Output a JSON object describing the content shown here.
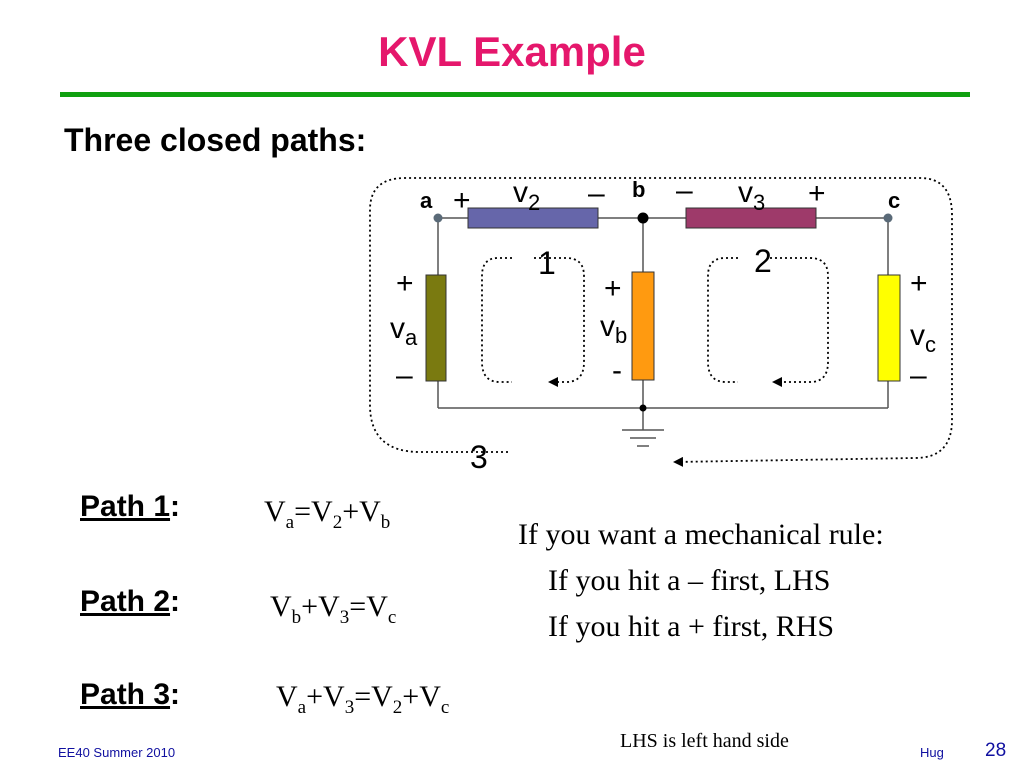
{
  "title": "KVL Example",
  "subtitle": "Three closed paths:",
  "colors": {
    "title": "#e5176c",
    "rule": "#10a010",
    "footer": "#1010a0",
    "v2_resistor": "#6666aa",
    "v3_resistor": "#9e3a6a",
    "va_element": "#7a7a10",
    "vb_element": "#ff9a10",
    "vc_element": "#ffff00"
  },
  "circuit": {
    "nodes": {
      "a": "a",
      "b": "b",
      "c": "c"
    },
    "plus": "+",
    "minus": "–",
    "dash": "-",
    "v_letter": "v",
    "sub_2": "2",
    "sub_3": "3",
    "sub_a": "a",
    "sub_b": "b",
    "sub_c": "c",
    "loops": [
      "1",
      "2",
      "3"
    ]
  },
  "paths": [
    {
      "label": "Path 1",
      "colon": ":"
    },
    {
      "label": "Path 2",
      "colon": ":"
    },
    {
      "label": "Path 3",
      "colon": ":"
    }
  ],
  "eq": {
    "V": "V",
    "a": "a",
    "b": "b",
    "c": "c",
    "two": "2",
    "three": "3",
    "eq": "=",
    "plus": "+"
  },
  "rule": {
    "line1": "If you want a mechanical rule:",
    "line2": "If you hit a – first, LHS",
    "line3": "If you hit a + first, RHS"
  },
  "note": "LHS is left hand side",
  "footer": {
    "course": "EE40 Summer 2010",
    "author": "Hug",
    "page": "28"
  }
}
